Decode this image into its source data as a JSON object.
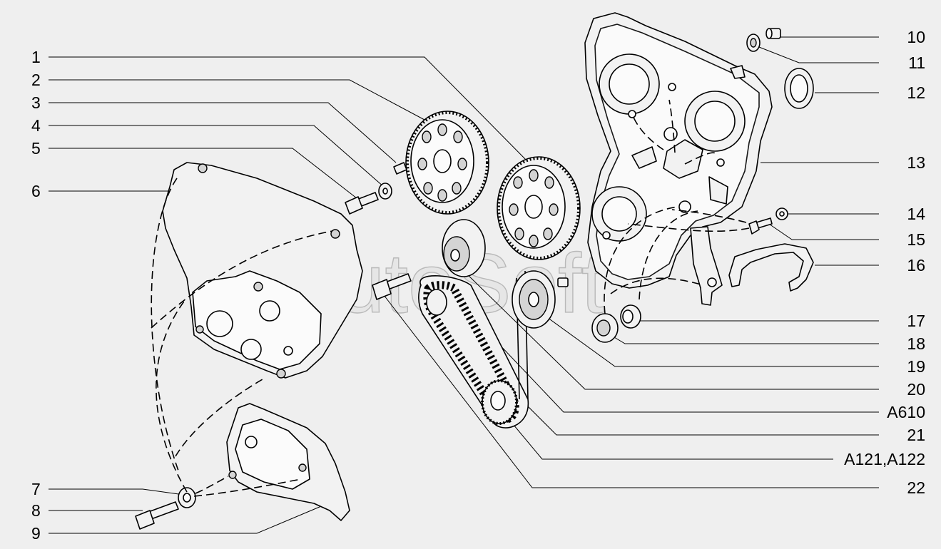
{
  "watermark": "AutoSoft",
  "callouts_left": [
    "1",
    "2",
    "3",
    "4",
    "5",
    "6",
    "7",
    "8",
    "9"
  ],
  "callouts_right": [
    "10",
    "11",
    "12",
    "13",
    "14",
    "15",
    "16",
    "17",
    "18",
    "19",
    "20",
    "A610",
    "21",
    "A121,A122",
    "22"
  ],
  "colors": {
    "background": "#efefef",
    "line": "#000000",
    "watermark": "#b9b9b9"
  }
}
